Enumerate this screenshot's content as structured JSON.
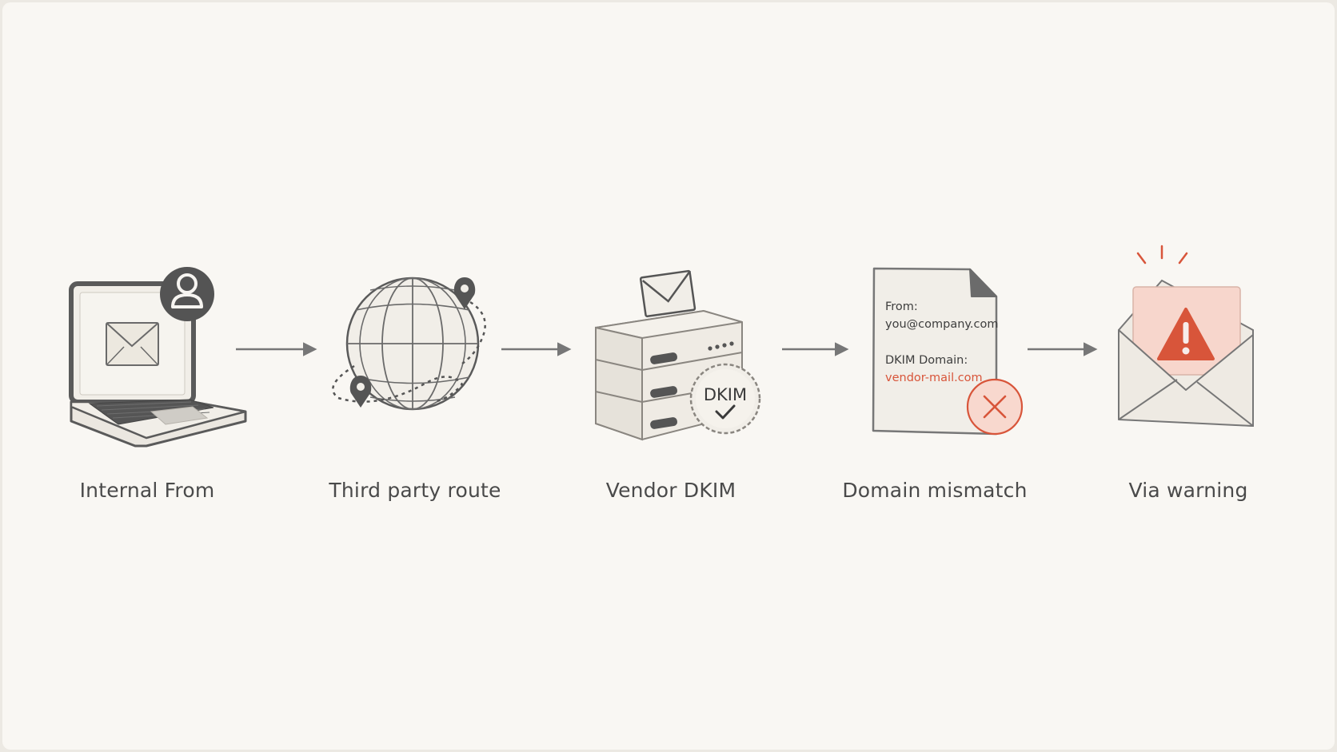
{
  "steps": [
    {
      "label": "Internal From",
      "icon": "laptop-email-user-icon"
    },
    {
      "label": "Third party route",
      "icon": "globe-route-icon"
    },
    {
      "label": "Vendor DKIM",
      "icon": "server-dkim-icon"
    },
    {
      "label": "Domain mismatch",
      "icon": "document-mismatch-icon"
    },
    {
      "label": "Via warning",
      "icon": "envelope-warning-icon"
    }
  ],
  "server_badge": "DKIM",
  "document": {
    "from_label": "From:",
    "from_value": "you@company.com",
    "dkim_label": "DKIM Domain:",
    "dkim_value": "vendor-mail.com"
  },
  "colors": {
    "accent_red": "#d8553a",
    "warning_fill": "#f7d6cc",
    "ink": "#4a4a4a",
    "background": "#f9f7f3"
  }
}
